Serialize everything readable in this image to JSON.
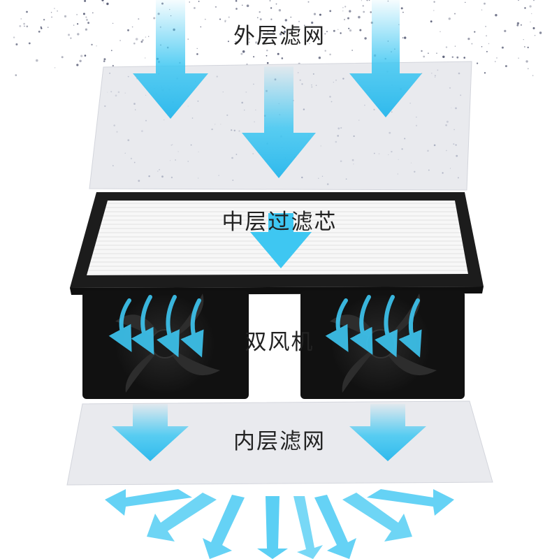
{
  "layers": {
    "outer": {
      "label": "外层滤网"
    },
    "middle": {
      "label": "中层过滤芯"
    },
    "fans": {
      "label": "双风机"
    },
    "inner": {
      "label": "内层滤网"
    }
  },
  "colors": {
    "airflow": "#3ec7f2",
    "filter_sheet": "#e9eaee",
    "frame": "#1c1c1c",
    "fan_body": "#111111"
  }
}
